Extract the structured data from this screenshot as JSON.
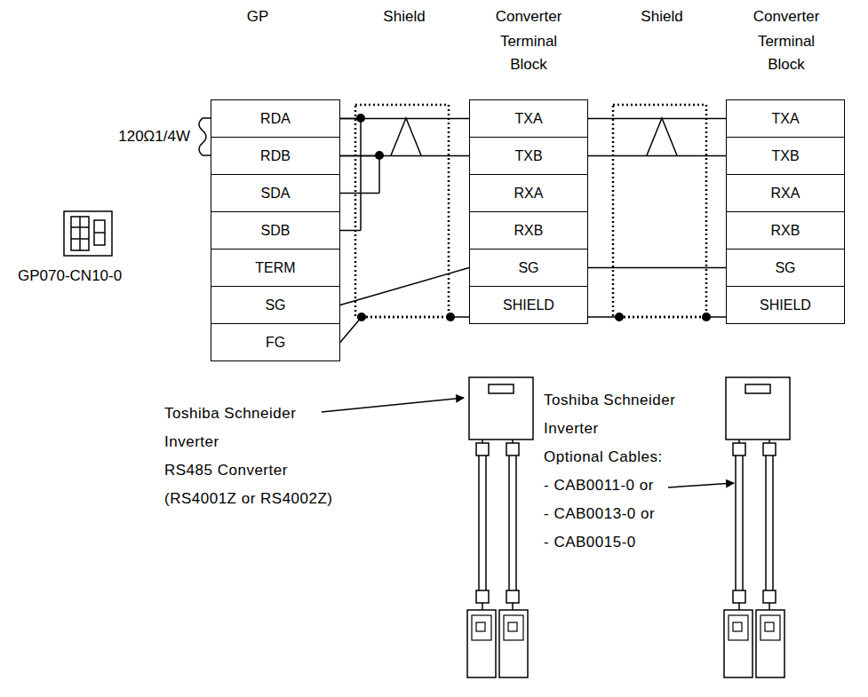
{
  "diagram": {
    "nodes": [
      {
        "text": [
          "RDA"
        ]
      },
      {
        "text": [
          "RDB"
        ]
      },
      {
        "text": [
          "SDA"
        ]
      },
      {
        "text": [
          "SDB"
        ]
      },
      {
        "text": [
          "TERM"
        ]
      },
      {
        "text": [
          "SG"
        ]
      },
      {
        "text": [
          "FG"
        ]
      },
      {
        "text": [
          "TXA"
        ]
      },
      {
        "text": [
          "TXB"
        ]
      },
      {
        "text": [
          "RXA"
        ]
      },
      {
        "text": [
          "RXB"
        ]
      },
      {
        "text": [
          "SG"
        ]
      },
      {
        "text": [
          "SHIELD"
        ]
      },
      {
        "text": [
          "TXA"
        ]
      },
      {
        "text": [
          "TXB"
        ]
      },
      {
        "text": [
          "RXA"
        ]
      },
      {
        "text": [
          "RXB"
        ]
      },
      {
        "text": [
          "SG"
        ]
      },
      {
        "text": [
          "SHIELD"
        ]
      }
    ],
    "edges": [
      {
        "from": 0,
        "to": 7,
        "arrow": "none"
      },
      {
        "from": 1,
        "to": 8,
        "arrow": "none"
      },
      {
        "from": 2,
        "to": 1,
        "arrow": "none"
      },
      {
        "from": 3,
        "to": 0,
        "arrow": "none"
      },
      {
        "from": 5,
        "to": 11,
        "arrow": "none"
      },
      {
        "from": 6,
        "to": 12,
        "arrow": "none"
      },
      {
        "from": 7,
        "to": 13,
        "arrow": "none"
      },
      {
        "from": 8,
        "to": 14,
        "arrow": "none"
      },
      {
        "from": 11,
        "to": 17,
        "arrow": "none"
      },
      {
        "from": 12,
        "to": 18,
        "arrow": "none"
      }
    ],
    "labels": [
      "GP",
      "Shield",
      "Converter",
      "Terminal",
      "Block",
      "Shield",
      "Converter",
      "Terminal",
      "Block",
      "120Ω1/4W",
      "GP070-CN10-0",
      "Toshiba Schneider",
      "Inverter",
      "RS485 Converter",
      "(RS4001Z or RS4002Z)",
      "Toshiba Schneider",
      "Inverter",
      "Optional Cables:",
      "- CAB0011-0 or",
      "- CAB0013-0 or",
      "- CAB0015-0"
    ]
  }
}
